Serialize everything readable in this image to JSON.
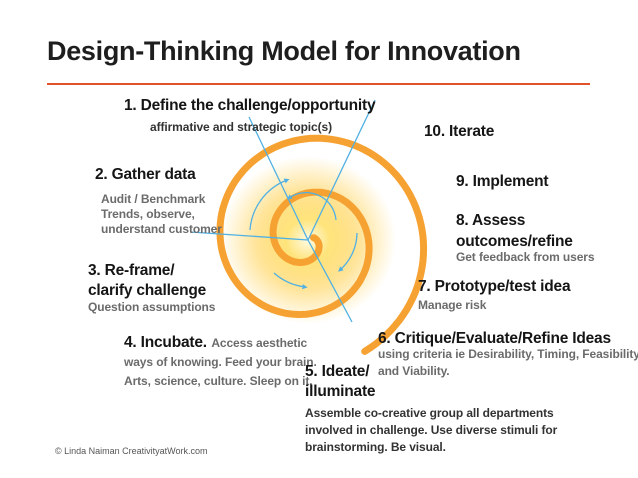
{
  "title": "Design-Thinking Model for Innovation",
  "colors": {
    "rule": "#e2522a",
    "spiral": "#f6a232",
    "rays": "#4fb0e3",
    "glow": "#ffd24a"
  },
  "steps": [
    {
      "heading": "1. Define the challenge/opportunity",
      "sub": "affirmative and strategic topic(s)"
    },
    {
      "heading": "2. Gather data",
      "sub": [
        "Audit / Benchmark",
        "Trends, observe,",
        "understand customer"
      ]
    },
    {
      "heading": [
        "3. Re-frame/",
        "clarify challenge"
      ],
      "sub": "Question assumptions"
    },
    {
      "heading": "4. Incubate.",
      "sub": [
        "Access aesthetic",
        "ways of knowing. Feed your brain.",
        "Arts, science, culture. Sleep on it."
      ]
    },
    {
      "heading": [
        "5. Ideate/",
        "illuminate"
      ],
      "sub": [
        "Assemble co-creative group all departments",
        "involved in challenge. Use diverse stimuli for",
        "brainstorming. Be visual."
      ]
    },
    {
      "heading": "6. Critique/Evaluate/Refine Ideas",
      "sub": [
        "using criteria ie Desirability, Timing, Feasibility",
        "and Viability."
      ]
    },
    {
      "heading": "7. Prototype/test idea",
      "sub": "Manage risk"
    },
    {
      "heading": [
        "8. Assess",
        "outcomes/refine"
      ],
      "sub": "Get feedback from users"
    },
    {
      "heading": "9. Implement"
    },
    {
      "heading": "10. Iterate"
    }
  ],
  "copyright": "© Linda Naiman CreativityatWork.com"
}
